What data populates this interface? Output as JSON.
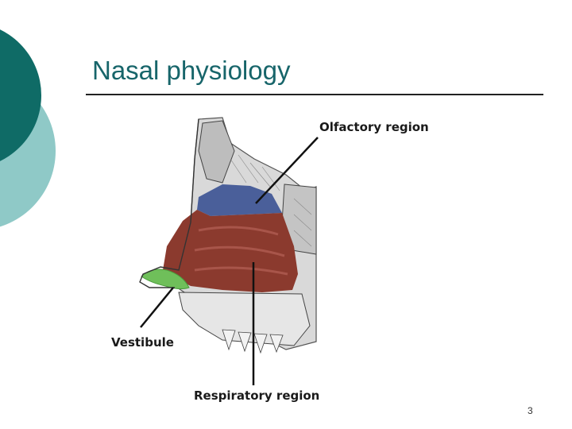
{
  "slide": {
    "title": "Nasal physiology",
    "number": "3"
  },
  "figure": {
    "labels": {
      "olfactory": "Olfactory region",
      "vestibule": "Vestibule",
      "respiratory": "Respiratory region"
    },
    "colors": {
      "olfactory": "#4a5f9a",
      "respiratory": "#8b3a2e",
      "vestibule": "#6fbf5a"
    }
  },
  "theme": {
    "accent_dark": "#0f6b66",
    "accent_light": "#8fc9c7"
  }
}
